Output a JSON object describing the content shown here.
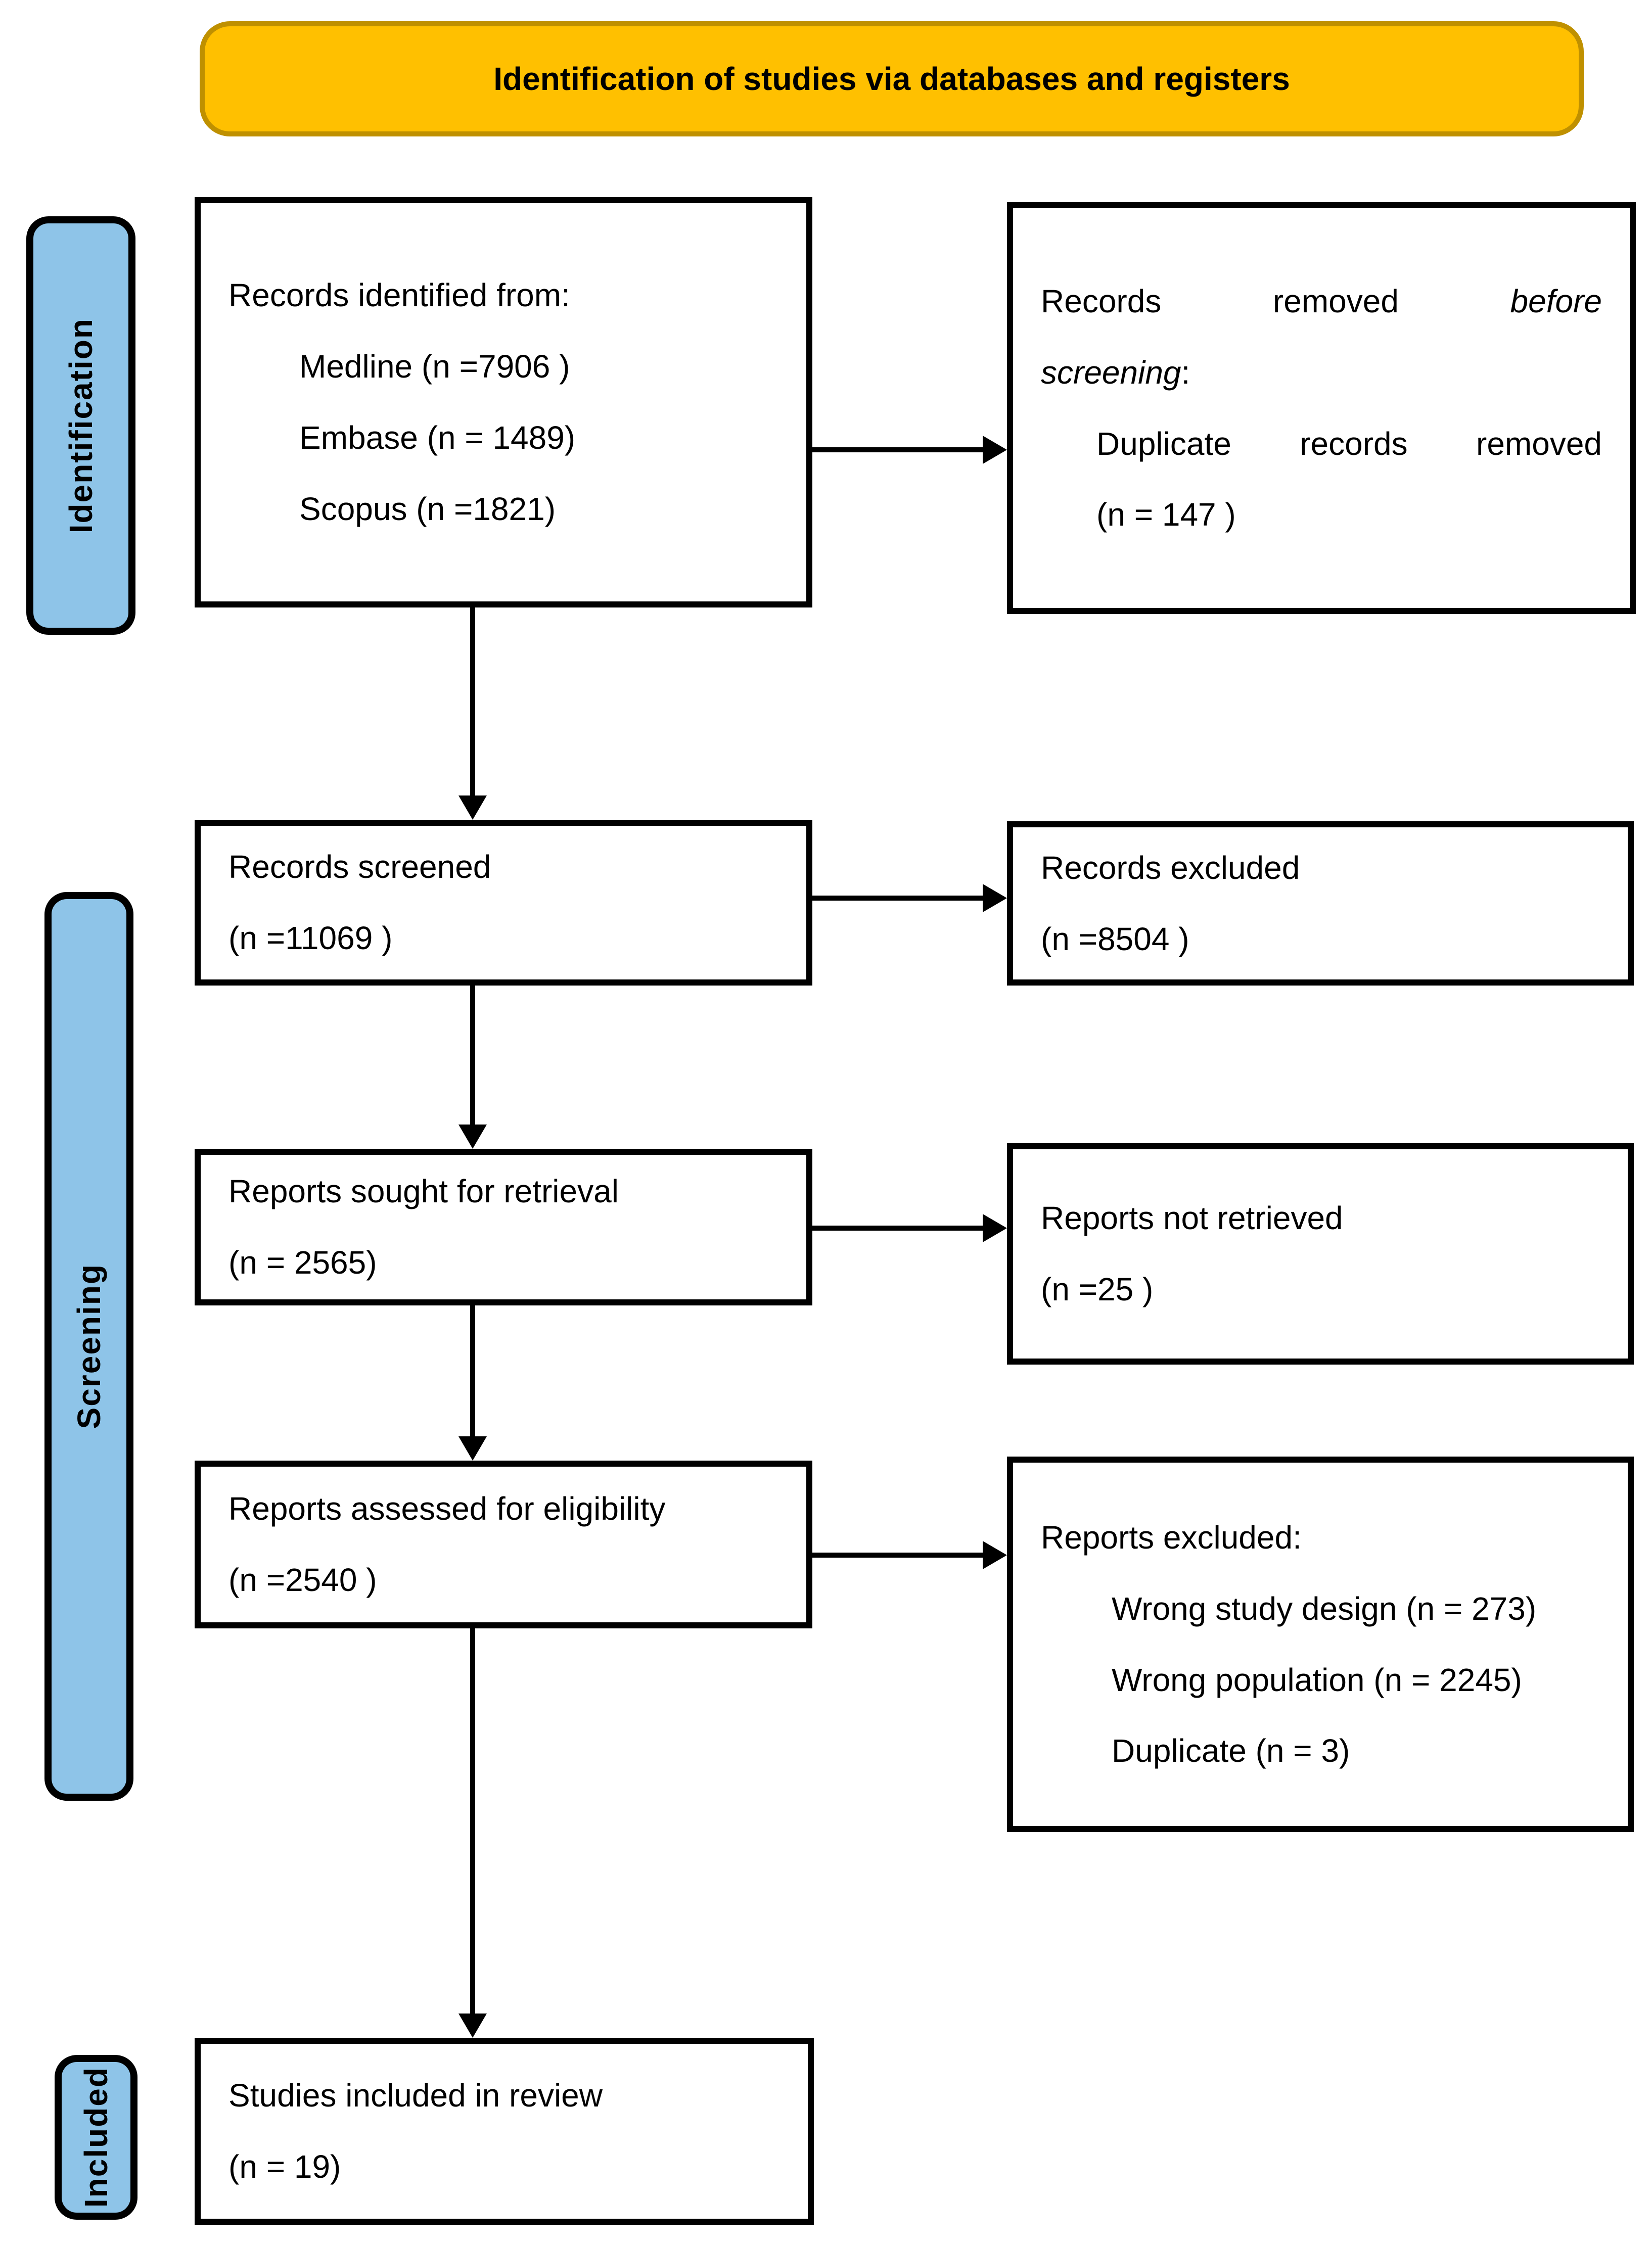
{
  "header": {
    "title": "Identification of studies via databases and registers"
  },
  "sidebar": {
    "identification": "Identification",
    "screening": "Screening",
    "included": "Included"
  },
  "boxes": {
    "identified": {
      "title": "Records identified from:",
      "items": [
        "Medline (n =7906 )",
        "Embase (n = 1489)",
        "Scopus (n =1821)"
      ]
    },
    "removed": {
      "line1_regular": "Records removed",
      "line1_italic": "before",
      "line2_italic": "screening",
      "line2_colon": ":",
      "detail": "Duplicate records removed",
      "detail_n": "(n = 147 )"
    },
    "screened": {
      "title": "Records screened",
      "n": "(n =11069 )"
    },
    "records_excluded": {
      "title": "Records excluded",
      "n": "(n =8504 )"
    },
    "sought": {
      "title": "Reports sought for retrieval",
      "n": "(n = 2565)"
    },
    "not_retrieved": {
      "title": "Reports not retrieved",
      "n": "(n =25 )"
    },
    "assessed": {
      "title": "Reports assessed for eligibility",
      "n": "(n =2540 )"
    },
    "reports_excluded": {
      "title": "Reports excluded:",
      "items": [
        "Wrong study design (n = 273)",
        "Wrong population (n = 2245)",
        "Duplicate (n = 3)"
      ]
    },
    "included_studies": {
      "title": "Studies included in review",
      "n": "(n = 19)"
    }
  },
  "colors": {
    "yellow": "#FFC000",
    "yellow_border": "#BF9000",
    "blue": "#8EC4E8",
    "black": "#000000"
  }
}
